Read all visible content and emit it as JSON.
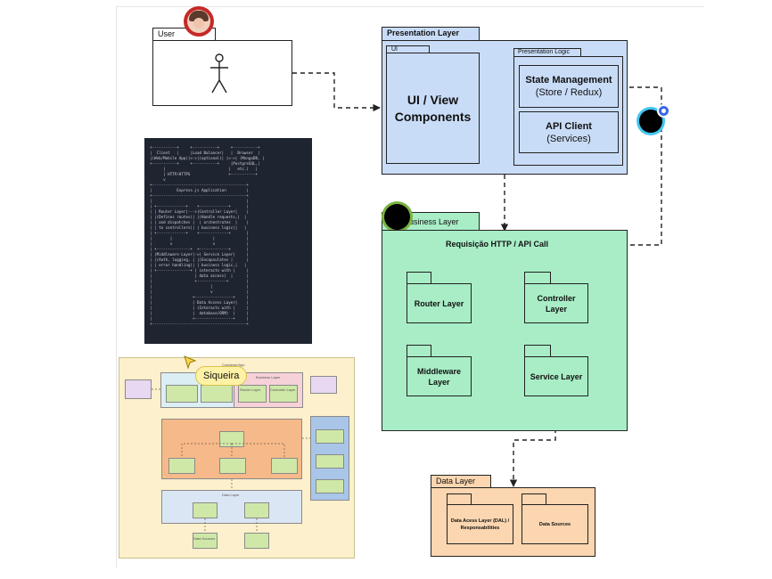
{
  "user_actor": {
    "label": "User"
  },
  "presentation": {
    "title": "Presentation Layer",
    "ui_tab": "UI",
    "ui_component": "UI / View Components",
    "logic_tab": "Presentation Logic",
    "state_title": "State Management",
    "state_sub": "(Store / Redux)",
    "api_title": "API Client",
    "api_sub": "(Services)"
  },
  "business": {
    "title": "Business Layer",
    "request_label": "Requisição HTTP / API Call",
    "router": "Router Layer",
    "controller": "Controller Layer",
    "middleware": "Middleware Layer",
    "service": "Service Layer"
  },
  "data_layer": {
    "title": "Data Layer",
    "dal": "Data Acess Layer (DAL) / Responsabilities",
    "sources": "Data Sources"
  },
  "collaborator_tag": {
    "name": "Siqueira"
  },
  "thumbnail": {
    "title": "Container/App",
    "business": "Business Layer",
    "router": "Router Layer",
    "controller": "Controller Layer",
    "service": "Service Layer",
    "data_layer": "Data Layer",
    "data_sources": "Data Sources"
  },
  "code_image": {
    "lines": [
      "+-----------+     +-----------+     +-----------+",
      "|  Client   |     |Load Balancer|   |  Browser  |",
      "|(Web/Mobile App)|<->|(optional)| |<->| (MongoDB, |",
      "+-----------+     +-----------+     |PostgreSQL,|",
      "      |                            |   etc.)   |",
      "      | HTTP/HTTPS                 +-----------+",
      "      v",
      "+------------------------------------------+",
      "|           Express.js Application         |",
      "+------------------------------------------+",
      "|                                          |",
      "| +-------------+    +-------------+       |",
      "| | Router Layer|--->|Controller Layer|    |",
      "| |(Defines routes)| |(Handle requests,|  |",
      "| | and dispatches |  | orchestrates  |    |",
      "| | to controllers)| | business logic)|   |",
      "| +-------------+    +-------------+       |",
      "|        |                  |              |",
      "|        v                  v              |",
      "| +---------------+  +-------------+       |",
      "| |Middleware Layer|->| Service Layer|     |",
      "| |(Auth, logging, | |(Encapsulates |      |",
      "| | error handling)| | business logic,|   |",
      "| +---------------+ | interacts with |     |",
      "|                   | data access)  |      |",
      "|                   +-------------+        |",
      "|                          |               |",
      "|                          v               |",
      "|                  +-----------------+     |",
      "|                  | Data Access Layer|    |",
      "|                  | (Interacts with |     |",
      "|                  |  database/ORM)  |     |",
      "|                  +-----------------+     |",
      "+------------------------------------------+"
    ]
  },
  "colors": {
    "presentation": "#c9dcf7",
    "business": "#a8edc6",
    "data": "#fbd6b0",
    "thumbnail_bg": "#fdf0cc",
    "code_bg": "#1e2430",
    "tag_bg": "#fff2a6"
  },
  "icons": {
    "actor": "stick-figure-icon",
    "cursor": "pointer-cursor-icon",
    "avatar": "user-avatar-icon",
    "comment": "comment-bubble-icon"
  }
}
